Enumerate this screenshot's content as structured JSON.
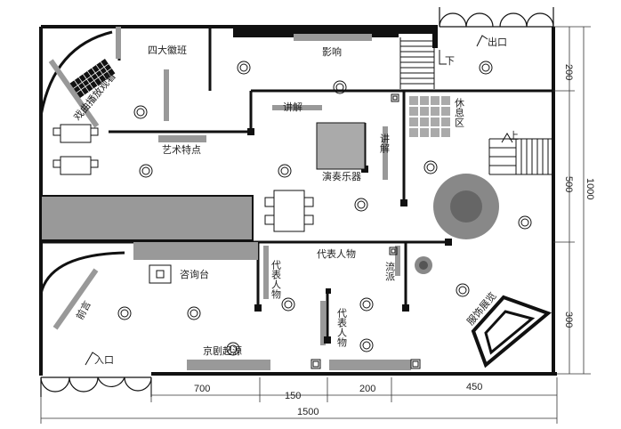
{
  "labels": {
    "sidaheban": "四大徽班",
    "yingxiang": "影响",
    "chukou": "出口",
    "xiqu_bofang": "戏曲播放观看",
    "jiangjie_top": "讲解",
    "jiangjie_side": "讲解",
    "xiuxiqu": "休息区",
    "yishu_tedian": "艺术特点",
    "yanzou_yueqi": "演奏乐器",
    "daibiao_renwu_top": "代表人物",
    "daibiao_renwu_left": "代表人物",
    "daibiao_renwu_bottom": "代表人物",
    "liupai": "流派",
    "zixuntai": "咨询台",
    "qianyan": "前言",
    "fuzhuang_zhanlan": "服饰展览",
    "rukou": "入口",
    "jingju_qiyuan": "京剧起源",
    "up_top": "下",
    "up_right": "上"
  },
  "dimensions": {
    "bottom": [
      "700",
      "150",
      "200",
      "450"
    ],
    "total_width": "1500",
    "right": [
      "200",
      "500",
      "300"
    ],
    "total_height": "1000"
  }
}
